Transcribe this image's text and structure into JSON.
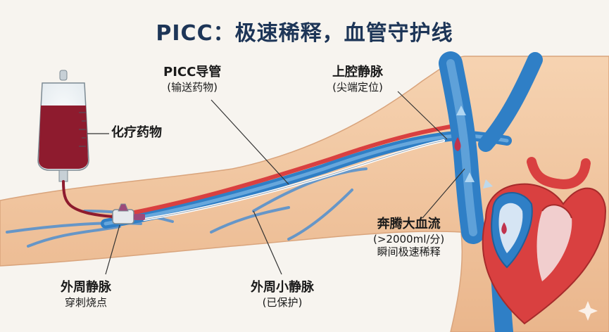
{
  "title": "PICC：极速稀释，血管守护线",
  "labels": {
    "drug": {
      "main": "化疗药物"
    },
    "picc": {
      "main": "PICC导管",
      "sub": "(输送药物)"
    },
    "svc": {
      "main": "上腔静脉",
      "sub": "(尖端定位)"
    },
    "flow": {
      "main": "奔腾大血流",
      "sub1": "(>2000ml/分)",
      "sub2": "瞬间极速稀释"
    },
    "puncture": {
      "main": "外周静脉",
      "sub": "穿刺烧点"
    },
    "small_vein": {
      "main": "外周小静脉",
      "sub": "(已保护)"
    }
  },
  "colors": {
    "skin": "#f3c9a2",
    "vein": "#2f7fc6",
    "vein_light": "#7fb8e6",
    "artery": "#d94040",
    "drug": "#8e1b2e",
    "title": "#1d3557"
  }
}
